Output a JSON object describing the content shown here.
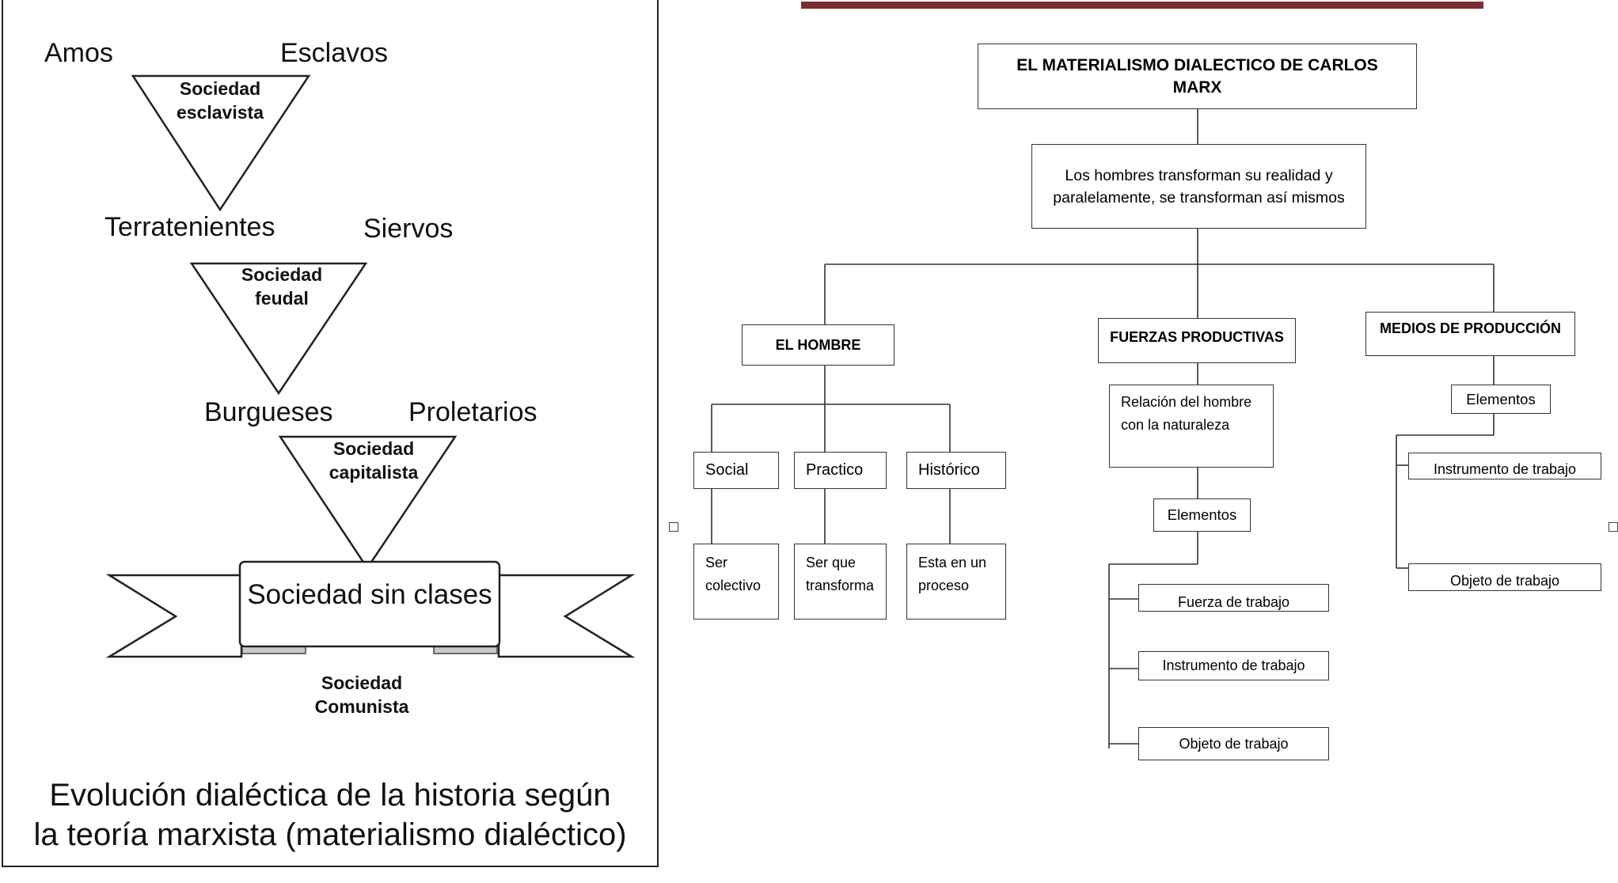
{
  "left_diagram": {
    "pairs": [
      {
        "left": "Amos",
        "right": "Esclavos",
        "society": [
          "Sociedad",
          "esclavista"
        ]
      },
      {
        "left": "Terratenientes",
        "right": "Siervos",
        "society": [
          "Sociedad",
          "feudal"
        ]
      },
      {
        "left": "Burgueses",
        "right": "Proletarios",
        "society": [
          "Sociedad",
          "capitalista"
        ]
      }
    ],
    "banner": "Sociedad sin clases",
    "final_society": [
      "Sociedad",
      "Comunista"
    ],
    "caption_line1": "Evolución dialéctica de la historia según",
    "caption_line2": "la teoría marxista (materialismo dialéctico)"
  },
  "concept_map": {
    "title": "EL MATERIALISMO DIALECTICO DE CARLOS MARX",
    "subtitle": "Los hombres transforman su realidad y paralelamente, se transforman así mismos",
    "branches": {
      "hombre": {
        "label": "EL HOMBRE",
        "children": [
          {
            "label": "Social",
            "detail": "Ser colectivo"
          },
          {
            "label": "Practico",
            "detail": "Ser que transforma"
          },
          {
            "label": "Histórico",
            "detail": "Esta en un proceso"
          }
        ]
      },
      "fuerzas": {
        "label": "FUERZAS PRODUCTIVAS",
        "relation": "Relación del hombre con la naturaleza",
        "elements_label": "Elementos",
        "items": [
          "Fuerza de trabajo",
          "Instrumento de trabajo",
          "Objeto de trabajo"
        ]
      },
      "medios": {
        "label": "MEDIOS DE PRODUCCIÓN",
        "elements_label": "Elementos",
        "items": [
          "Instrumento de trabajo",
          "Objeto de trabajo"
        ]
      }
    },
    "top_bar_color": "#7a2e30"
  }
}
